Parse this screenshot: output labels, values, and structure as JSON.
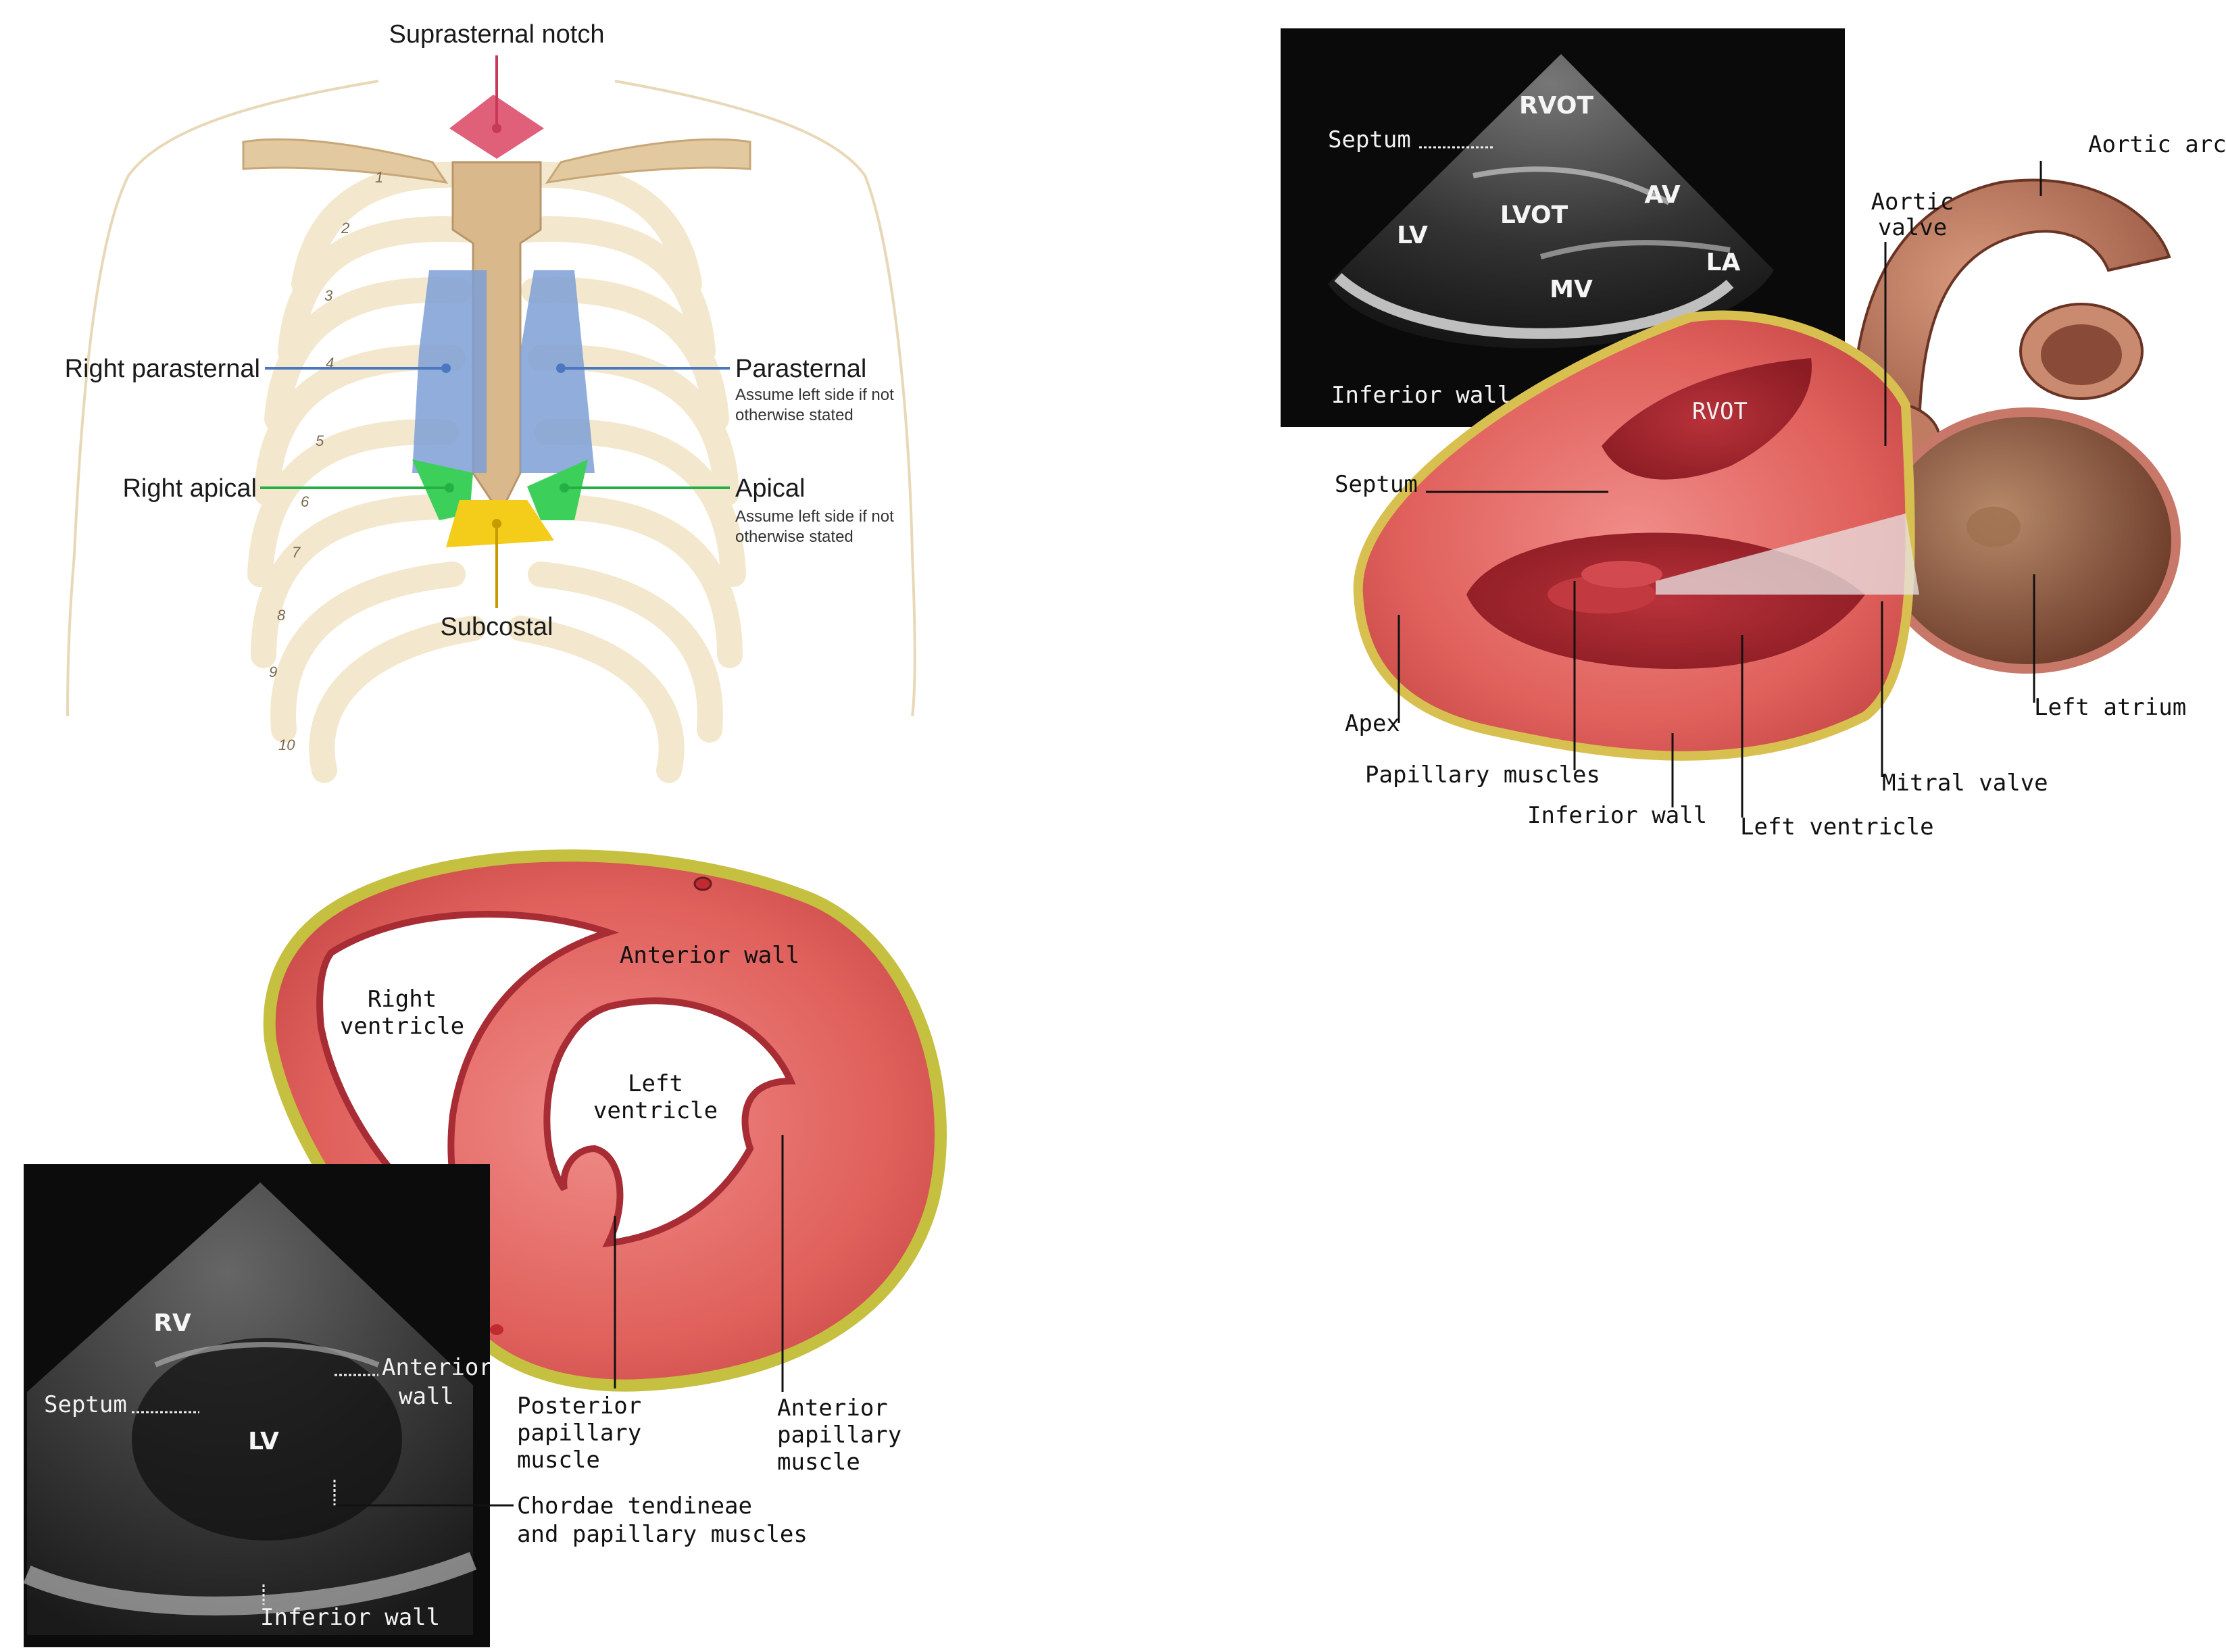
{
  "chest": {
    "suprasternal": "Suprasternal notch",
    "right_parasternal": "Right parasternal",
    "parasternal": "Parasternal",
    "parasternal_note_1": "Assume left side if not",
    "parasternal_note_2": "otherwise stated",
    "right_apical": "Right apical",
    "apical": "Apical",
    "apical_note_1": "Assume left side if not",
    "apical_note_2": "otherwise stated",
    "subcostal": "Subcostal",
    "rib_numbers": [
      "1",
      "2",
      "3",
      "4",
      "5",
      "6",
      "7",
      "8",
      "9",
      "10"
    ],
    "colors": {
      "suprasternal": "#e0607a",
      "parasternal": "#6a8fd0",
      "apical": "#3ccf5a",
      "subcostal": "#f4cc1a"
    }
  },
  "long_axis": {
    "echo": {
      "rvot": "RVOT",
      "septum": "Septum",
      "av": "AV",
      "lvot": "LVOT",
      "lv": "LV",
      "la": "LA",
      "mv": "MV",
      "inferior_wall": "Inferior wall"
    },
    "anatomy": {
      "aortic_arch": "Aortic arch",
      "aortic_valve_1": "Aortic",
      "aortic_valve_2": "valve",
      "rvot": "RVOT",
      "septum": "Septum",
      "apex": "Apex",
      "papillary": "Papillary muscles",
      "inferior_wall": "Inferior wall",
      "left_ventricle": "Left ventricle",
      "mitral_valve": "Mitral valve",
      "left_atrium": "Left atrium"
    }
  },
  "short_axis": {
    "anatomy": {
      "anterior_wall": "Anterior wall",
      "right_ventricle_1": "Right",
      "right_ventricle_2": "ventricle",
      "left_ventricle_1": "Left",
      "left_ventricle_2": "ventricle",
      "posterior_1": "Posterior",
      "posterior_2": "papillary",
      "posterior_3": "muscle",
      "anterior_pap_1": "Anterior",
      "anterior_pap_2": "papillary",
      "anterior_pap_3": "muscle",
      "chordae_1": "Chordae tendineae",
      "chordae_2": "and papillary muscles"
    },
    "echo": {
      "rv": "RV",
      "lv": "LV",
      "septum": "Septum",
      "anterior_1": "Anterior",
      "anterior_2": "wall",
      "inferior_wall": "Inferior wall"
    }
  }
}
